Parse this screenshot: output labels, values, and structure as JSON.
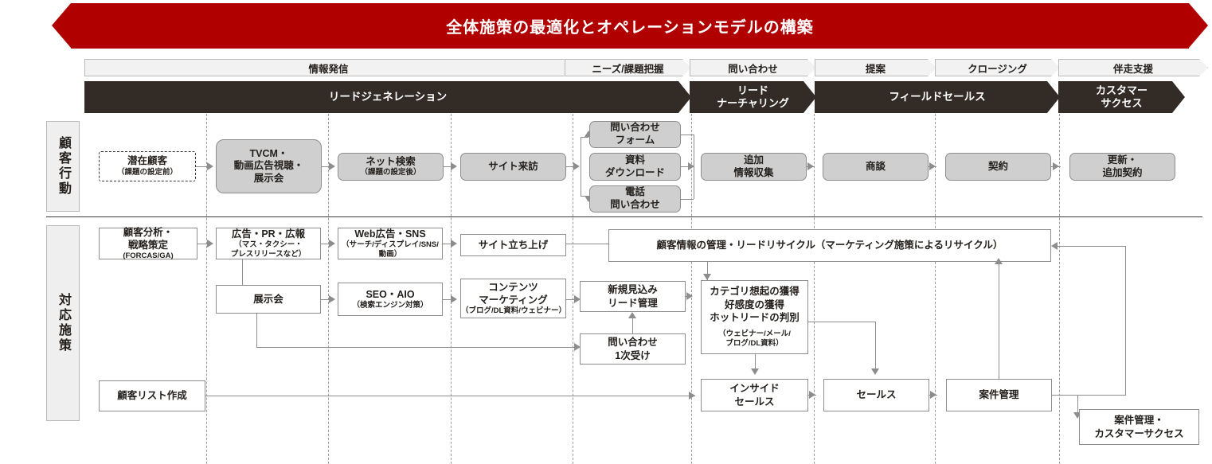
{
  "banner": {
    "title": "全体施策の最適化とオペレーションモデルの構築",
    "color": "#b00000"
  },
  "stages": [
    {
      "label": "情報発信"
    },
    {
      "label": "ニーズ/課題把握"
    },
    {
      "label": "問い合わせ"
    },
    {
      "label": "提案"
    },
    {
      "label": "クロージング"
    },
    {
      "label": "伴走支援"
    }
  ],
  "phases": [
    {
      "label": "リードジェネレーション"
    },
    {
      "label": "リード\nナーチャリング",
      "line1": "リード",
      "line2": "ナーチャリング"
    },
    {
      "label": "フィールドセールス"
    },
    {
      "label": "カスタマー\nサクセス",
      "line1": "カスタマー",
      "line2": "サクセス"
    }
  ],
  "rows": {
    "behavior_label": "顧客行動",
    "measures_label": "対応施策"
  },
  "behavior": {
    "potential": {
      "title": "潜在顧客",
      "sub": "（課題の設定前）"
    },
    "tvcm": {
      "line1": "TVCM・",
      "line2": "動画広告視聴・",
      "line3": "展示会"
    },
    "search": {
      "title": "ネット検索",
      "sub": "（課題の設定後）"
    },
    "visit": {
      "title": "サイト来訪"
    },
    "form": {
      "line1": "問い合わせ",
      "line2": "フォーム"
    },
    "download": {
      "line1": "資料",
      "line2": "ダウンロード"
    },
    "phone": {
      "line1": "電話",
      "line2": "問い合わせ"
    },
    "additional": {
      "line1": "追加",
      "line2": "情報収集"
    },
    "negotiation": {
      "title": "商談"
    },
    "contract": {
      "title": "契約"
    },
    "renewal": {
      "line1": "更新・",
      "line2": "追加契約"
    }
  },
  "measures": {
    "analysis": {
      "line1": "顧客分析・",
      "line2": "戦略策定",
      "sub": "(FORCAS/GA)"
    },
    "ad_pr": {
      "title": "広告・PR・広報",
      "sub1": "（マス・タクシー・",
      "sub2": "プレスリリースなど）"
    },
    "expo": {
      "title": "展示会"
    },
    "web_ad": {
      "title": "Web広告・SNS",
      "sub1": "（サーチ/ディスプレイ/SNS/",
      "sub2": "動画）"
    },
    "seo": {
      "title": "SEO・AIO",
      "sub": "（検索エンジン対策）"
    },
    "site": {
      "title": "サイト立ち上げ"
    },
    "content": {
      "line1": "コンテンツ",
      "line2": "マーケティング",
      "sub": "（ブログ/DL資料/ウェビナー）"
    },
    "recycle": {
      "title": "顧客情報の管理・リードリサイクル（マーケティング施策によるリサイクル）"
    },
    "newlead": {
      "line1": "新規見込み",
      "line2": "リード管理"
    },
    "inquiry_first": {
      "line1": "問い合わせ",
      "line2": "1次受け"
    },
    "category": {
      "line1": "カテゴリ想起の獲得",
      "line2": "好感度の獲得",
      "line3": "ホットリードの判別",
      "sub1": "（ウェビナー/メール/",
      "sub2": "ブログ/DL資料）"
    },
    "inside": {
      "line1": "インサイド",
      "line2": "セールス"
    },
    "sales": {
      "title": "セールス"
    },
    "deal": {
      "title": "案件管理"
    },
    "deal_cs": {
      "line1": "案件管理・",
      "line2": "カスタマーサクセス"
    },
    "customer_list": {
      "title": "顧客リスト作成"
    }
  }
}
